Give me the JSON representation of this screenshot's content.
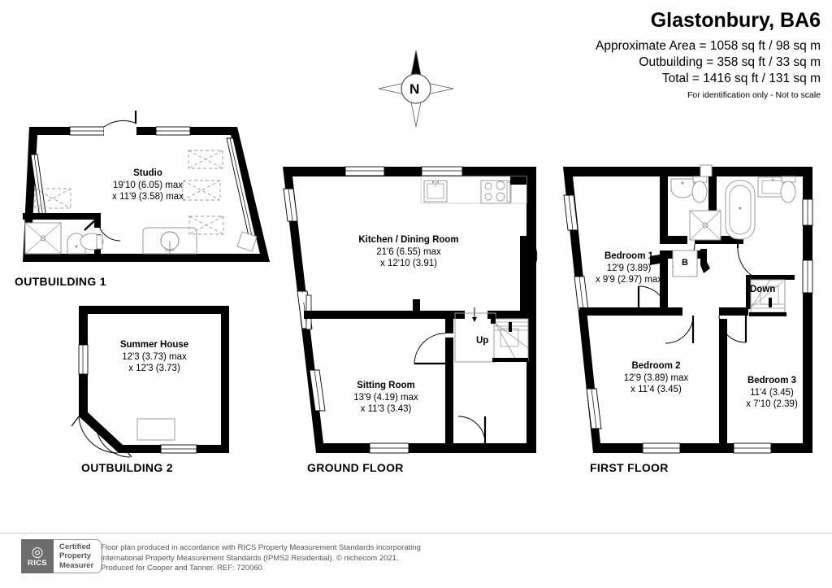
{
  "header": {
    "title": "Glastonbury, BA6",
    "area_lines": [
      "Approximate Area = 1058 sq ft / 98 sq m",
      "Outbuilding = 358 sq ft / 33 sq m",
      "Total = 1416 sq ft / 131 sq m"
    ],
    "disclaimer": "For identification only - Not to scale"
  },
  "compass": {
    "north_label": "N"
  },
  "floors": [
    {
      "key": "outbuilding1",
      "label": "OUTBUILDING 1"
    },
    {
      "key": "outbuilding2",
      "label": "OUTBUILDING 2"
    },
    {
      "key": "ground",
      "label": "GROUND FLOOR"
    },
    {
      "key": "first",
      "label": "FIRST FLOOR"
    }
  ],
  "rooms": [
    {
      "key": "studio",
      "name": "Studio",
      "dim1": "19'10 (6.05) max",
      "dim2": "x 11'9 (3.58) max",
      "floor": "OUTBUILDING 1"
    },
    {
      "key": "summer_house",
      "name": "Summer House",
      "dim1": "12'3 (3.73) max",
      "dim2": "x 12'3 (3.73)",
      "floor": "OUTBUILDING 2"
    },
    {
      "key": "kitchen_dining",
      "name": "Kitchen / Dining Room",
      "dim1": "21'6 (6.55) max",
      "dim2": "x 12'10 (3.91)",
      "floor": "GROUND FLOOR"
    },
    {
      "key": "sitting_room",
      "name": "Sitting Room",
      "dim1": "13'9 (4.19) max",
      "dim2": "x 11'3 (3.43)",
      "floor": "GROUND FLOOR"
    },
    {
      "key": "bedroom1",
      "name": "Bedroom 1",
      "dim1": "12'9 (3.89)",
      "dim2": "x 9'9 (2.97) max",
      "floor": "FIRST FLOOR"
    },
    {
      "key": "bedroom2",
      "name": "Bedroom 2",
      "dim1": "12'9 (3.89) max",
      "dim2": "x 11'4 (3.45)",
      "floor": "FIRST FLOOR"
    },
    {
      "key": "bedroom3",
      "name": "Bedroom 3",
      "dim1": "11'4 (3.45)",
      "dim2": "x 7'10 (2.39)",
      "floor": "FIRST FLOOR"
    }
  ],
  "annotations": {
    "stairs_up": "Up",
    "stairs_down": "Down",
    "boiler_cupboard": "B"
  },
  "footer": {
    "rics_mark": "RICS",
    "certified_lines": [
      "Certified",
      "Property",
      "Measurer"
    ],
    "text_lines": [
      "Floor plan produced in accordance with RICS Property Measurement Standards incorporating",
      "International Property Measurement Standards (IPMS2 Residential).   © nichecom 2021.",
      "Produced for Cooper and Tanner.   REF: 720060"
    ]
  },
  "colors": {
    "wall": "#000000",
    "background": "#ffffff",
    "fixture_stroke": "#9a9a9a",
    "footer_text": "#555555"
  }
}
